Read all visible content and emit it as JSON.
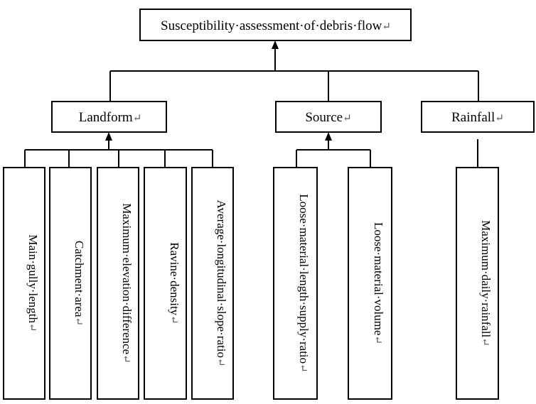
{
  "root": {
    "label": "Susceptibility·assessment·of·debris·flow",
    "mark": "↵"
  },
  "categories": [
    {
      "label": "Landform",
      "mark": "↵",
      "factors": [
        {
          "label": "Main·gully·length",
          "mark": "↵"
        },
        {
          "label": "Catchment·area",
          "mark": "↵"
        },
        {
          "label": "Maximum·elevation·difference",
          "mark": "↵"
        },
        {
          "label": "Ravine·density",
          "mark": "↵"
        },
        {
          "label": "Average·longitudinal·slope·ratio",
          "mark": "↵"
        }
      ]
    },
    {
      "label": "Source",
      "mark": "↵",
      "factors": [
        {
          "label": "Loose·material·length·supply·ratio",
          "mark": "↵"
        },
        {
          "label": "Loose·material·volume",
          "mark": "↵"
        }
      ]
    },
    {
      "label": "Rainfall",
      "mark": "↵",
      "factors": [
        {
          "label": "Maximum·daily·rainfall",
          "mark": "↵"
        }
      ]
    }
  ]
}
